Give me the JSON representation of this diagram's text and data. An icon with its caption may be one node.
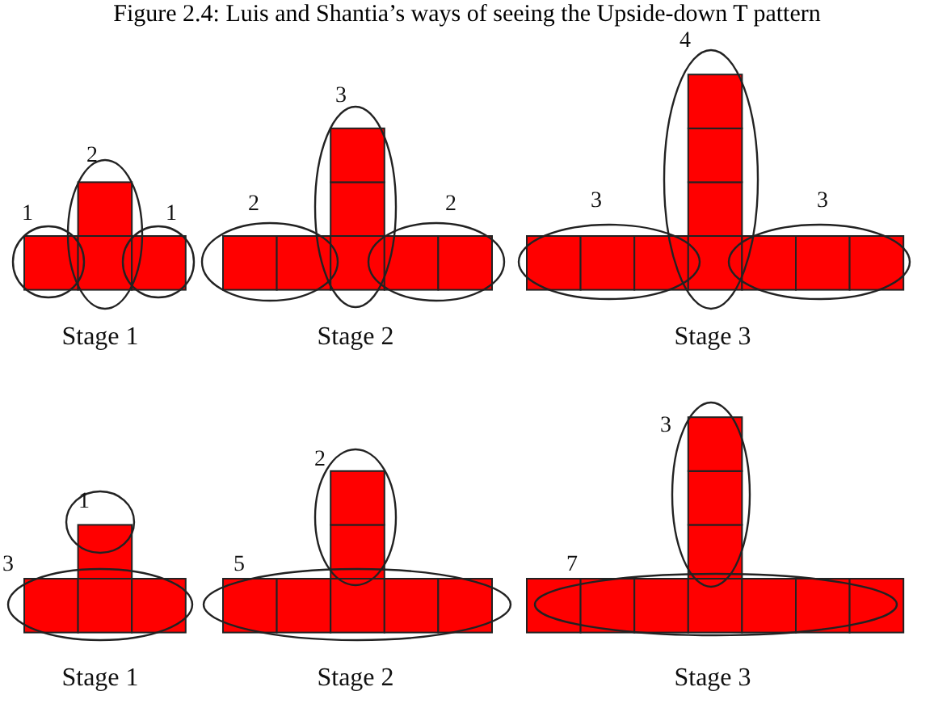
{
  "diagram": {
    "title": "Figure 2.4: Luis and Shantia’s ways of seeing the Upside-down T pattern",
    "labels": [
      "4",
      "3",
      "2",
      "2",
      "2",
      "3",
      "3",
      "1",
      "1",
      "Stage 1",
      "Stage 2",
      "Stage 3",
      "3",
      "2",
      "1",
      "3",
      "5",
      "7",
      "Stage 1",
      "Stage 2",
      "Stage 3"
    ]
  }
}
